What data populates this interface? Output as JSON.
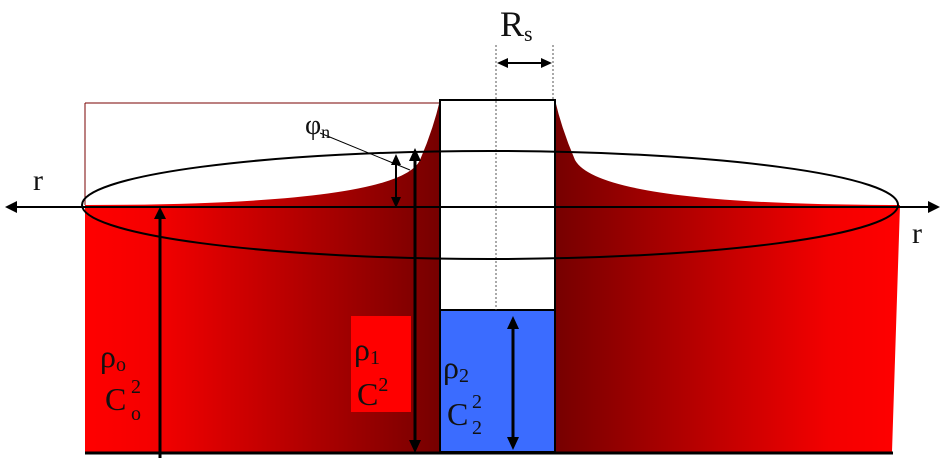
{
  "labels": {
    "rs_main": "R",
    "rs_sub": "s",
    "phi_main": "φ",
    "phi_sub": "n",
    "r_left": "r",
    "r_right": "r",
    "rho0_main": "ρ",
    "rho0_sub": "o",
    "c0_main": "C",
    "c0_sup": "2",
    "c0_sub": "o",
    "rho1_main": "ρ",
    "rho1_sub": "1",
    "c1_main": "C",
    "c1_sup": "2",
    "rho2_main": "ρ",
    "rho2_sub": "2",
    "c2_main": "C",
    "c2_sup": "2",
    "c2_sub": "2"
  },
  "colors": {
    "red_bright": "#ff0000",
    "red_dark": "#7a0000",
    "blue": "#3b6cff",
    "line": "#000000",
    "thin_line": "#7a0000"
  }
}
